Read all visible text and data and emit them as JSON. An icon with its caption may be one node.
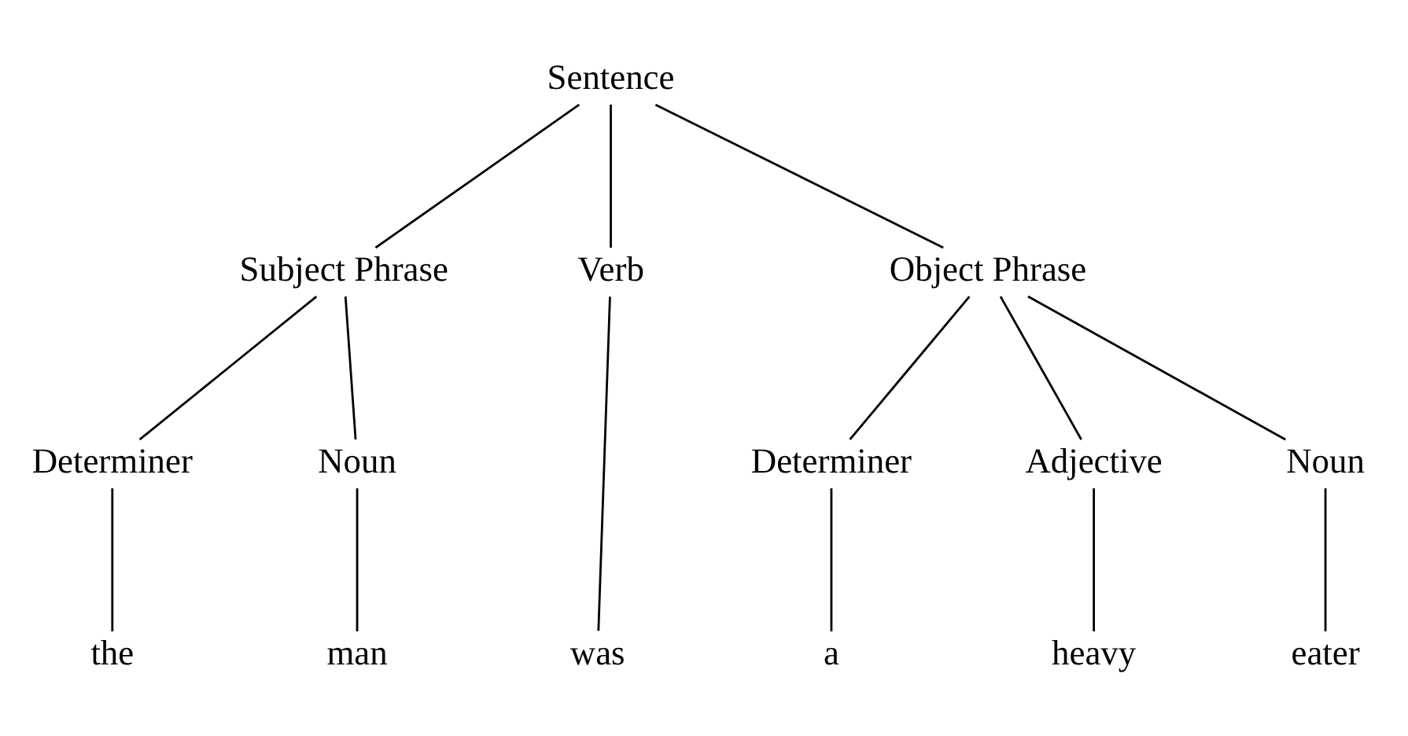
{
  "diagram": {
    "nodes": [
      {
        "text": [
          "Sentence"
        ]
      },
      {
        "text": [
          "Subject Phrase"
        ]
      },
      {
        "text": [
          "Verb"
        ]
      },
      {
        "text": [
          "Object Phrase"
        ]
      },
      {
        "text": [
          "Determiner"
        ]
      },
      {
        "text": [
          "Noun"
        ]
      },
      {
        "text": [
          "Determiner"
        ]
      },
      {
        "text": [
          "Adjective"
        ]
      },
      {
        "text": [
          "Noun"
        ]
      },
      {
        "text": [
          "the"
        ]
      },
      {
        "text": [
          "man"
        ]
      },
      {
        "text": [
          "was"
        ]
      },
      {
        "text": [
          "a"
        ]
      },
      {
        "text": [
          "heavy"
        ]
      },
      {
        "text": [
          "eater"
        ]
      }
    ],
    "edges": [
      {
        "from": 0,
        "to": 1,
        "arrow": "none"
      },
      {
        "from": 0,
        "to": 2,
        "arrow": "none"
      },
      {
        "from": 0,
        "to": 3,
        "arrow": "none"
      },
      {
        "from": 1,
        "to": 4,
        "arrow": "none"
      },
      {
        "from": 1,
        "to": 5,
        "arrow": "none"
      },
      {
        "from": 3,
        "to": 6,
        "arrow": "none"
      },
      {
        "from": 3,
        "to": 7,
        "arrow": "none"
      },
      {
        "from": 3,
        "to": 8,
        "arrow": "none"
      },
      {
        "from": 4,
        "to": 9,
        "arrow": "none"
      },
      {
        "from": 5,
        "to": 10,
        "arrow": "none"
      },
      {
        "from": 2,
        "to": 11,
        "arrow": "none"
      },
      {
        "from": 6,
        "to": 12,
        "arrow": "none"
      },
      {
        "from": 7,
        "to": 13,
        "arrow": "none"
      },
      {
        "from": 8,
        "to": 14,
        "arrow": "none"
      }
    ]
  }
}
